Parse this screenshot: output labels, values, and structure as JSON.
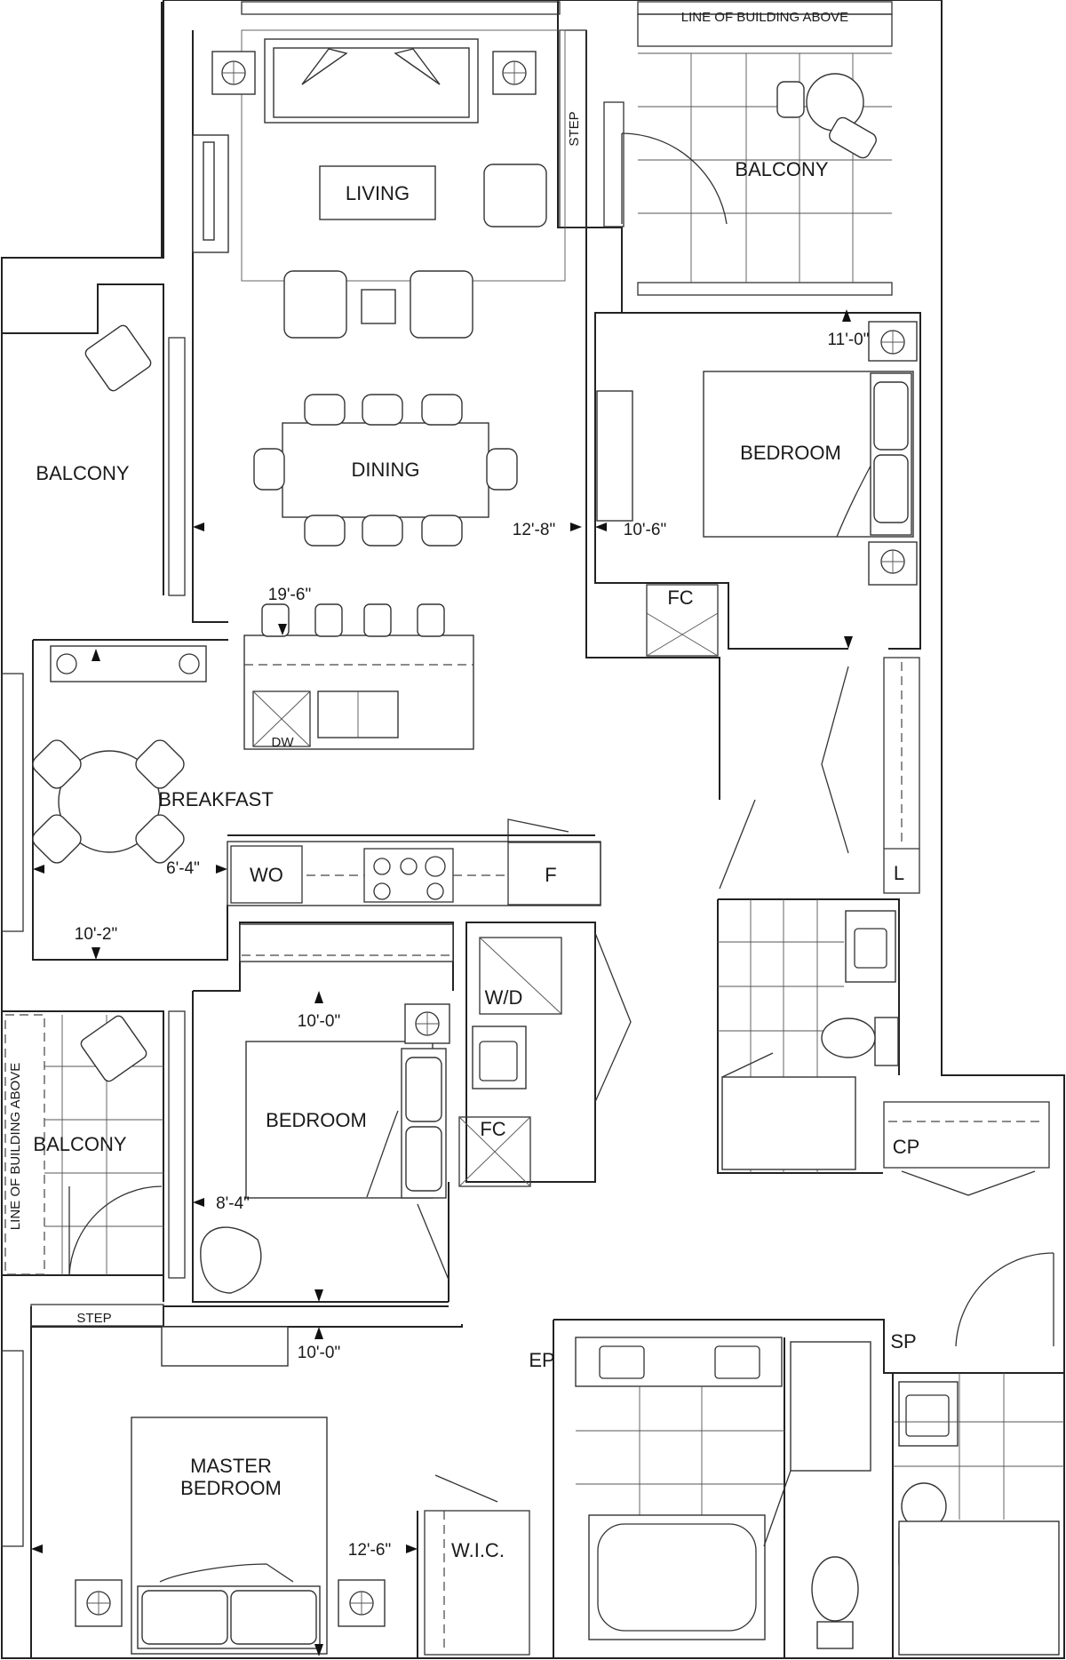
{
  "rooms": {
    "living": "LIVING",
    "dining": "DINING",
    "breakfast": "BREAKFAST",
    "bedroom_ne": "BEDROOM",
    "bedroom_mid": "BEDROOM",
    "master_line1": "MASTER",
    "master_line2": "BEDROOM",
    "balcony_ne": "BALCONY",
    "balcony_w": "BALCONY",
    "balcony_sw": "BALCONY",
    "wic": "W.I.C."
  },
  "fixtures": {
    "dw": "DW",
    "wo": "WO",
    "fridge": "F",
    "wd": "W/D",
    "fc_ne": "FC",
    "fc_mid": "FC",
    "linen": "L",
    "cp": "CP",
    "sp": "SP",
    "ep": "EP"
  },
  "notes": {
    "line_building_top": "LINE OF BUILDING ABOVE",
    "line_building_side": "LINE OF BUILDING ABOVE",
    "step_top": "STEP",
    "step_bottom": "STEP"
  },
  "dimensions": {
    "bed_ne_width": "11'-0\"",
    "living_depth": "12'-8\"",
    "bed_ne_depth": "10'-6\"",
    "kitchen": "19'-6\"",
    "breakfast_width": "6'-4\"",
    "breakfast_depth": "10'-2\"",
    "bed_mid_width": "10'-0\"",
    "bed_mid_depth": "8'-4\"",
    "master_width": "10'-0\"",
    "master_depth": "12'-6\""
  }
}
